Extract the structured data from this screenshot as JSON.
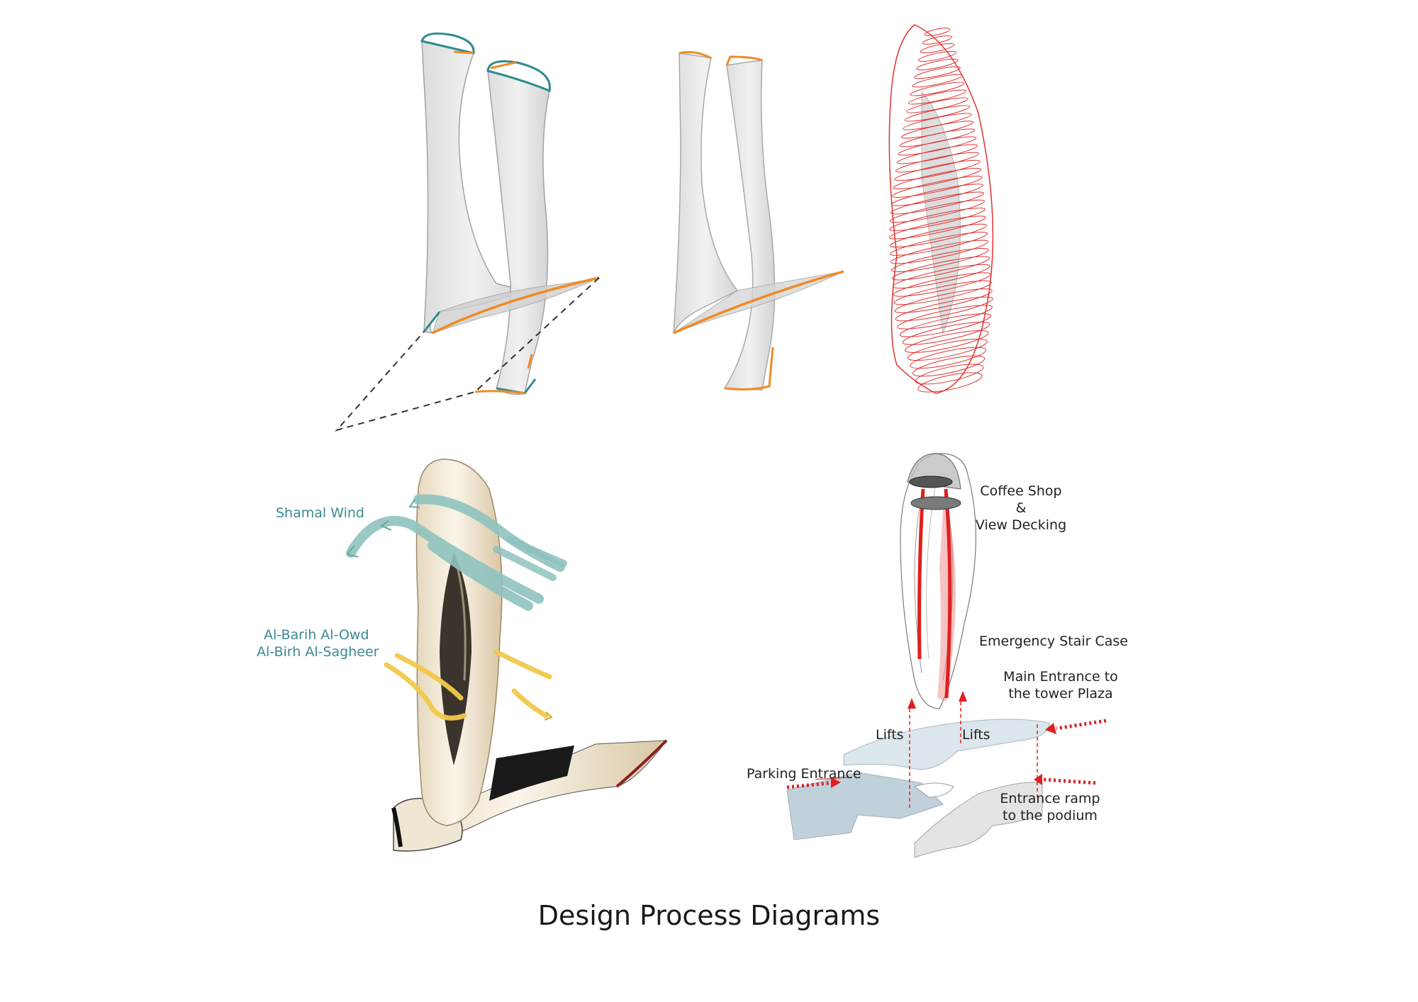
{
  "title": "Design Process Diagrams",
  "wind_labels": {
    "shamal": "Shamal Wind",
    "barih_line1": "Al-Barih  Al-Owd",
    "barih_line2": "Al-Birh  Al-Sagheer"
  },
  "program_labels": {
    "coffee_line1": "Coffee Shop",
    "coffee_line2": "&",
    "coffee_line3": "View Decking",
    "stair": "Emergency Stair Case",
    "main_line1": "Main Entrance to",
    "main_line2": "the tower Plaza",
    "lifts_left": "Lifts",
    "lifts_right": "Lifts",
    "parking": "Parking Entrance",
    "ramp_line1": "Entrance ramp",
    "ramp_line2": "to the podium"
  },
  "colors": {
    "teal_edge": "#2e8b8f",
    "orange_edge": "#f08a24",
    "red_contour": "#e03030",
    "wind_teal": "#8fc3bf",
    "wind_yellow": "#f2c94c",
    "tower_cream": "#f4ead8"
  }
}
